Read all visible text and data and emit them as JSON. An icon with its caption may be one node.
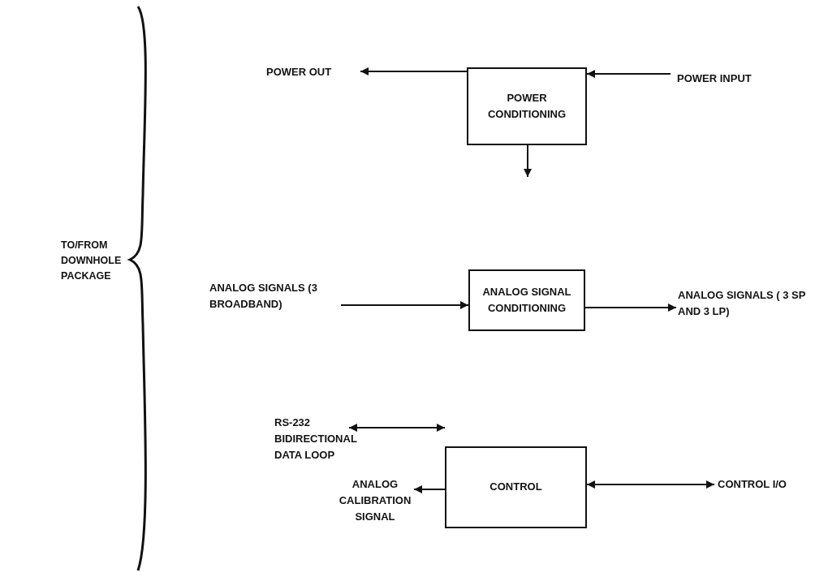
{
  "diagram": {
    "nodes": [
      {
        "text": [
          "POWER CONDITIONING"
        ]
      },
      {
        "text": [
          "POWER OUT"
        ]
      },
      {
        "text": [
          "POWER INPUT"
        ]
      },
      {
        "text": [
          "ANALOG SIGNAL CONDITIONING"
        ]
      },
      {
        "text": [
          "ANALOG SIGNALS (3 BROADBAND)"
        ]
      },
      {
        "text": [
          "ANALOG SIGNALS ( 3 SP AND 3 LP)"
        ]
      },
      {
        "text": [
          "CONTROL"
        ]
      },
      {
        "text": [
          "RS-232 BIDIRECTIONAL DATA LOOP"
        ]
      },
      {
        "text": [
          "ANALOG CALIBRATION SIGNAL"
        ]
      },
      {
        "text": [
          "CONTROL I/O"
        ]
      }
    ],
    "edges": [
      {
        "from": 0,
        "to": 1,
        "arrow": "to"
      },
      {
        "from": 2,
        "to": 0,
        "arrow": "to"
      },
      {
        "from": 0,
        "to": null,
        "arrow": "to"
      },
      {
        "from": 4,
        "to": 3,
        "arrow": "to"
      },
      {
        "from": 3,
        "to": 5,
        "arrow": "to"
      },
      {
        "from": 7,
        "to": 6,
        "arrow": "both"
      },
      {
        "from": 6,
        "to": 8,
        "arrow": "to"
      },
      {
        "from": 6,
        "to": 9,
        "arrow": "both"
      }
    ],
    "labels": [
      "TO/FROM DOWNHOLE PACKAGE"
    ]
  }
}
